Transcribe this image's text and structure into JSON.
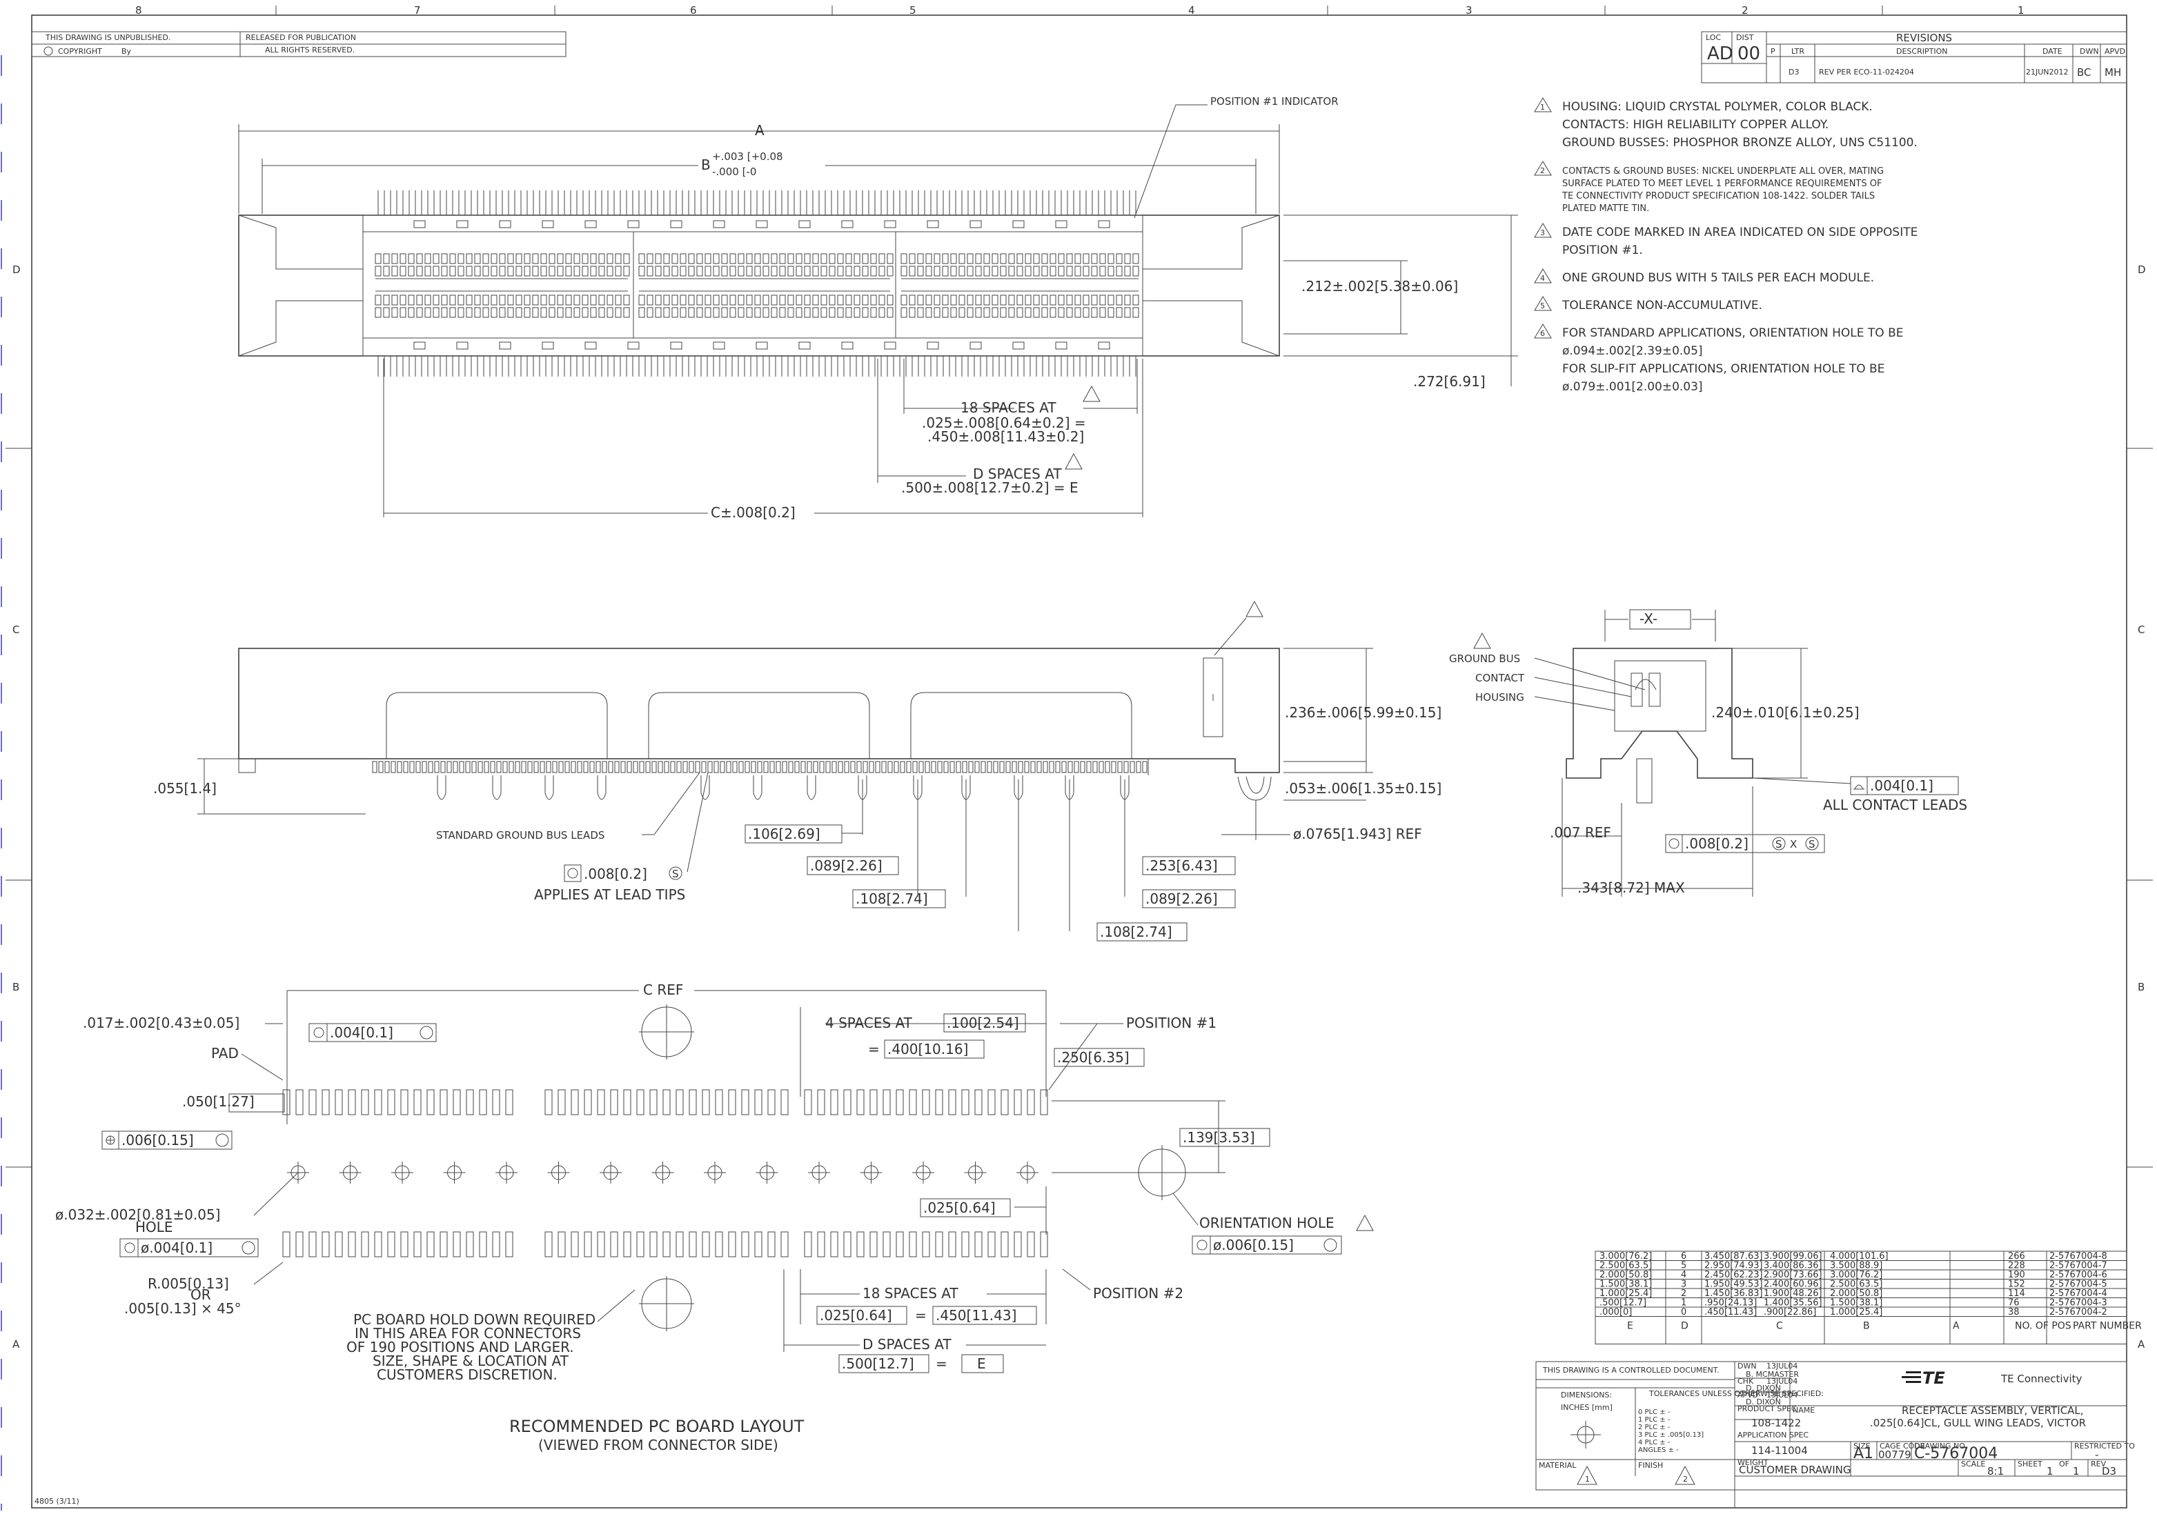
{
  "border": {
    "zones_top": [
      "8",
      "7",
      "6",
      "5",
      "4",
      "3",
      "2",
      "1"
    ],
    "zones_side": [
      "D",
      "C",
      "B",
      "A"
    ]
  },
  "header_block": {
    "unpublished": "THIS DRAWING IS UNPUBLISHED.",
    "released": "RELEASED FOR PUBLICATION",
    "copyright": "COPYRIGHT",
    "by": "By",
    "rights": "ALL RIGHTS RESERVED."
  },
  "revisions": {
    "title": "REVISIONS",
    "loc_label": "LOC",
    "dist_label": "DIST",
    "loc": "AD",
    "dist": "00",
    "cols": [
      "P",
      "LTR",
      "DESCRIPTION",
      "DATE",
      "DWN",
      "APVD"
    ],
    "row": {
      "ltr": "D3",
      "desc": "REV PER ECO-11-024204",
      "date": "21JUN2012",
      "dwn": "BC",
      "apvd": "MH"
    }
  },
  "notes": [
    {
      "num": "1",
      "lines": [
        "HOUSING: LIQUID CRYSTAL POLYMER, COLOR BLACK.",
        "CONTACTS: HIGH RELIABILITY COPPER ALLOY.",
        "GROUND BUSSES: PHOSPHOR BRONZE ALLOY, UNS C51100."
      ]
    },
    {
      "num": "2",
      "lines": [
        "CONTACTS & GROUND BUSES: NICKEL UNDERPLATE ALL OVER, MATING",
        "SURFACE PLATED TO MEET LEVEL 1 PERFORMANCE REQUIREMENTS OF",
        "TE CONNECTIVITY PRODUCT SPECIFICATION 108-1422. SOLDER TAILS",
        "PLATED MATTE TIN."
      ]
    },
    {
      "num": "3",
      "lines": [
        "DATE CODE MARKED IN AREA INDICATED ON SIDE OPPOSITE",
        "POSITION #1."
      ]
    },
    {
      "num": "4",
      "lines": [
        "ONE GROUND BUS WITH 5 TAILS PER EACH MODULE."
      ]
    },
    {
      "num": "5",
      "lines": [
        "TOLERANCE NON-ACCUMULATIVE."
      ]
    },
    {
      "num": "6",
      "lines": [
        "FOR STANDARD APPLICATIONS, ORIENTATION HOLE TO BE",
        "ø.094±.002[2.39±0.05]",
        "FOR SLIP-FIT APPLICATIONS, ORIENTATION HOLE TO BE",
        "ø.079±.001[2.00±0.03]"
      ]
    }
  ],
  "top_view": {
    "pos1": "POSITION #1 INDICATOR",
    "dim_a": "A",
    "dim_b": "B",
    "dim_b_tol": "+.003 [+0.08",
    "dim_b_tol2": "-.000 [-0",
    "h1": ".212±.002[5.38±0.06]",
    "h2": ".272[6.91]",
    "spaces18": "18 SPACES AT",
    "spaces18_a": ".025±.008[0.64±0.2] =",
    "spaces18_b": ".450±.008[11.43±0.2]",
    "dspaces": "D SPACES AT",
    "dspaces_a": ".500±.008[12.7±0.2] = E",
    "dim_c": "C±.008[0.2]"
  },
  "side_view": {
    "h_total": ".236±.006[5.99±0.15]",
    "h_lead": ".053±.006[1.35±0.15]",
    "left": ".055[1.4]",
    "ref": "ø.0765[1.943] REF",
    "gnd": "STANDARD GROUND BUS LEADS",
    "d106": ".106[2.69]",
    "d089a": ".089[2.26]",
    "d108a": ".108[2.74]",
    "d253": ".253[6.43]",
    "d089b": ".089[2.26]",
    "d108b": ".108[2.74]",
    "tol": ".008[0.2]",
    "tol_s": "S",
    "lead_tips": "APPLIES AT LEAD TIPS"
  },
  "end_view": {
    "x": "-X-",
    "ground_bus": "GROUND BUS",
    "contact": "CONTACT",
    "housing": "HOUSING",
    "h": ".240±.010[6.1±0.25]",
    "flat": ".004[0.1]",
    "all_leads": "ALL CONTACT LEADS",
    "ref": ".007 REF",
    "pos": ".008[0.2]",
    "pos_s": "S",
    "pos_x": "X",
    "max": ".343[8.72] MAX"
  },
  "layout": {
    "c_ref": "C REF",
    "pad_w": ".017±.002[0.43±0.05]",
    "pad_tol": ".004[0.1]",
    "pad": "PAD",
    "pitch_y": ".050[1.27]",
    "y_tol": ".006[0.15]",
    "four_spaces": "4 SPACES AT",
    "four_a": ".100[2.54]",
    "four_b": ".400[10.16]",
    "four_eq": "=",
    "pos1": "POSITION #1",
    "d250": ".250[6.35]",
    "d139": ".139[3.53]",
    "hole": "ø.032±.002[0.81±0.05]",
    "hole_lbl": "HOLE",
    "hole_tol": "ø.004[0.1]",
    "d025": ".025[0.64]",
    "orient": "ORIENTATION HOLE",
    "orient_tol": "ø.006[0.15]",
    "radius": "R.005[0.13]",
    "or": "OR",
    "chamfer": ".005[0.13] × 45°",
    "holddown": [
      "PC BOARD HOLD DOWN REQUIRED",
      "IN THIS AREA FOR CONNECTORS",
      "OF 190 POSITIONS AND LARGER.",
      "SIZE, SHAPE & LOCATION AT",
      "CUSTOMERS DISCRETION."
    ],
    "eighteen": "18 SPACES AT",
    "e_a": ".025[0.64]",
    "e_b": ".450[11.43]",
    "e_eq": "=",
    "pos2": "POSITION #2",
    "d_spaces": "D SPACES AT",
    "d_a": ".500[12.7]",
    "d_eq": "=",
    "d_b": "E",
    "title": "RECOMMENDED PC BOARD LAYOUT",
    "subtitle": "(VIEWED FROM CONNECTOR SIDE)"
  },
  "table": {
    "cols": [
      "E",
      "D",
      "C",
      "B",
      "A",
      "NO. OF POS",
      "PART NUMBER"
    ],
    "rows": [
      [
        "3.000[76.2]",
        "6",
        "3.450[87.63]",
        "3.900[99.06]",
        "4.000[101.6]",
        "266",
        "2-5767004-8"
      ],
      [
        "2.500[63.5]",
        "5",
        "2.950[74.93]",
        "3.400[86.36]",
        "3.500[88.9]",
        "228",
        "2-5767004-7"
      ],
      [
        "2.000[50.8]",
        "4",
        "2.450[62.23]",
        "2.900[73.66]",
        "3.000[76.2]",
        "190",
        "2-5767004-6"
      ],
      [
        "1.500[38.1]",
        "3",
        "1.950[49.53]",
        "2.400[60.96]",
        "2.500[63.5]",
        "152",
        "2-5767004-5"
      ],
      [
        "1.000[25.4]",
        "2",
        "1.450[36.83]",
        "1.900[48.26]",
        "2.000[50.8]",
        "114",
        "2-5767004-4"
      ],
      [
        ".500[12.7]",
        "1",
        ".950[24.13]",
        "1.400[35.56]",
        "1.500[38.1]",
        "76",
        "2-5767004-3"
      ],
      [
        ".000[0]",
        "0",
        ".450[11.43]",
        ".900[22.86]",
        "1.000[25.4]",
        "38",
        "2-5767004-2"
      ]
    ]
  },
  "title_block": {
    "controlled": "THIS DRAWING IS A CONTROLLED DOCUMENT.",
    "dwn_label": "DWN",
    "dwn": "B. MCMASTER",
    "dwn_date": "13JUL04",
    "chk_label": "CHK",
    "chk": "D. DIXON",
    "chk_date": "13JUL04",
    "apvd_label": "APVD",
    "apvd": "D. DIXON",
    "apvd_date": "13JUL04",
    "dims": "DIMENSIONS:",
    "units": "INCHES [mm]",
    "tol_hdr": "TOLERANCES UNLESS OTHERWISE SPECIFIED:",
    "tols": [
      "0 PLC ± -",
      "1 PLC ± -",
      "2 PLC ± -",
      "3 PLC ± .005[0.13]",
      "4 PLC ± -",
      "ANGLES ± -"
    ],
    "material": "MATERIAL",
    "finish": "FINISH",
    "product_spec_lbl": "PRODUCT SPEC",
    "product_spec": "108-1422",
    "app_spec_lbl": "APPLICATION SPEC",
    "app_spec": "114-11004",
    "weight_lbl": "WEIGHT",
    "weight": "-",
    "company": "TE Connectivity",
    "name_lbl": "NAME",
    "name1": "RECEPTACLE ASSEMBLY, VERTICAL,",
    "name2": ".025[0.64]CL, GULL WING LEADS, VICTOR",
    "size_lbl": "SIZE",
    "size": "A1",
    "cage_lbl": "CAGE CODE",
    "cage": "00779",
    "dwg_lbl": "DRAWING NO",
    "dwg": "C-5767004",
    "restricted": "RESTRICTED TO",
    "restricted_v": "-",
    "customer": "CUSTOMER DRAWING",
    "scale_lbl": "SCALE",
    "scale": "8:1",
    "sheet_lbl": "SHEET",
    "sheet": "1",
    "of": "OF",
    "sheets": "1",
    "rev_lbl": "REV",
    "rev": "D3",
    "form": "4805 (3/11)"
  }
}
